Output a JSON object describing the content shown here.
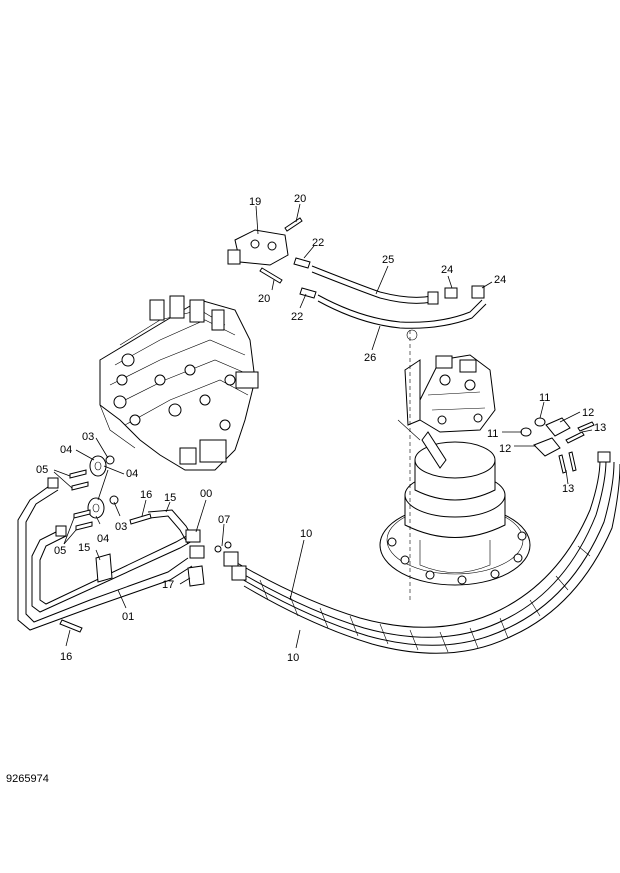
{
  "drawing": {
    "reference_number": "9265974"
  },
  "callouts": {
    "c19": "19",
    "c20a": "20",
    "c20b": "20",
    "c22a": "22",
    "c22b": "22",
    "c25": "25",
    "c26": "26",
    "c24a": "24",
    "c24b": "24",
    "c11a": "11",
    "c11b": "11",
    "c12a": "12",
    "c12b": "12",
    "c13a": "13",
    "c13b": "13",
    "c03a": "03",
    "c03b": "03",
    "c04a": "04",
    "c04b": "04",
    "c04c": "04",
    "c05a": "05",
    "c05b": "05",
    "c15a": "15",
    "c15b": "15",
    "c16a": "16",
    "c16b": "16",
    "c00": "00",
    "c07": "07",
    "c17": "17",
    "c01": "01",
    "c10a": "10",
    "c10b": "10"
  }
}
